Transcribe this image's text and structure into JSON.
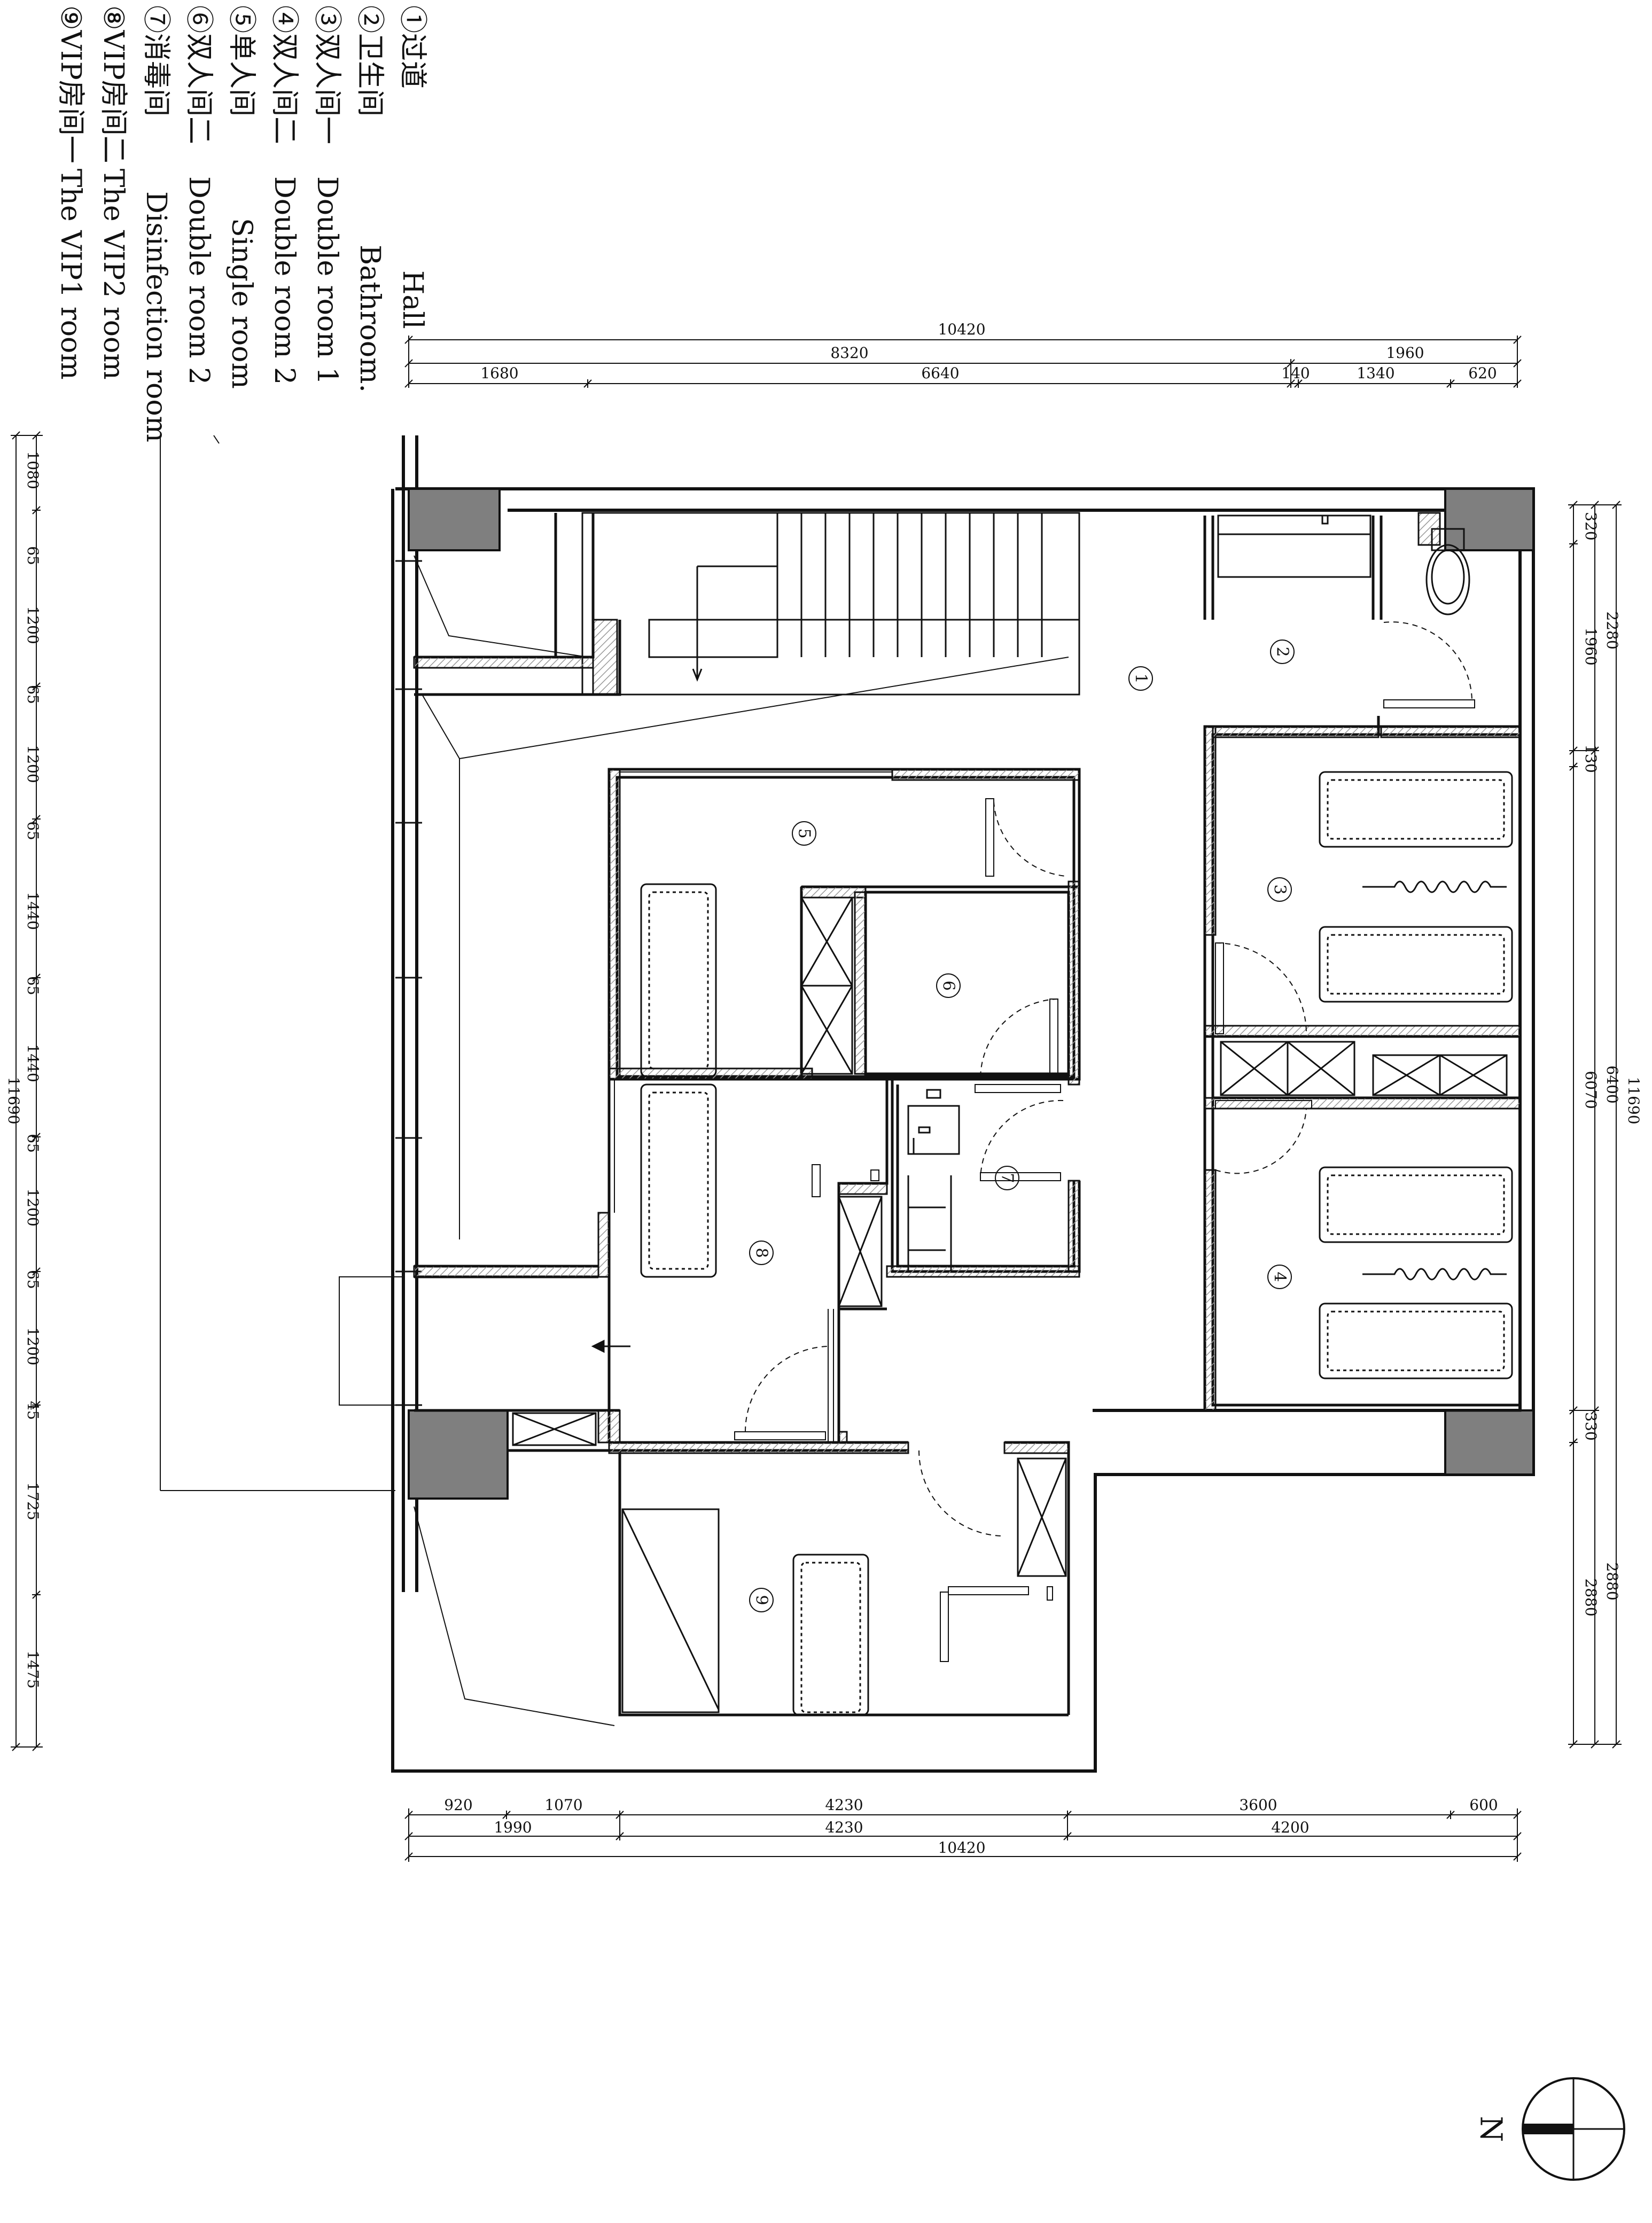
{
  "legend": [
    {
      "num": "①",
      "cn": "过道",
      "en": "Hall"
    },
    {
      "num": "②",
      "cn": "卫生间",
      "en": "Bathroom."
    },
    {
      "num": "③",
      "cn": "双人间一",
      "en": "Double room 1"
    },
    {
      "num": "④",
      "cn": "双人间二",
      "en": "Double room 2"
    },
    {
      "num": "⑤",
      "cn": "单人间",
      "en": "Single room"
    },
    {
      "num": "⑥",
      "cn": "双人间二",
      "en": "Double room 2"
    },
    {
      "num": "⑦",
      "cn": "消毒间",
      "en": "Disinfection room"
    },
    {
      "num": "⑧",
      "cn": "VIP房间二",
      "en": "The VIP2 room"
    },
    {
      "num": "⑨",
      "cn": "VIP房间一",
      "en": "The VIP1 room"
    }
  ],
  "room_labels": [
    "1",
    "2",
    "3",
    "4",
    "5",
    "6",
    "7",
    "8",
    "9"
  ],
  "dimensions": {
    "top_overall": "10420",
    "top_row2": [
      "8320",
      "1960"
    ],
    "top_row3": [
      "1680",
      "6640",
      "140",
      "1340",
      "620"
    ],
    "bottom_row1": [
      "920",
      "1070",
      "4230",
      "3600",
      "600"
    ],
    "bottom_row2": [
      "1990",
      "4230",
      "4200"
    ],
    "bottom_overall": "10420",
    "left_segments": [
      "1080",
      "65",
      "1200",
      "65",
      "1200",
      "65",
      "1440",
      "65",
      "1440",
      "65",
      "1200",
      "65",
      "1200",
      "45",
      "1725",
      "1475"
    ],
    "left_overall": "11690",
    "right_row1": [
      "320",
      "1960",
      "130",
      "6070",
      "330",
      "2880"
    ],
    "right_row2": [
      "2280",
      "6400",
      "2880"
    ],
    "right_overall": "11690"
  },
  "compass": {
    "label": "N"
  },
  "colors": {
    "line": "#111111",
    "column": "#7f7f7f",
    "hatch": "#999999"
  }
}
